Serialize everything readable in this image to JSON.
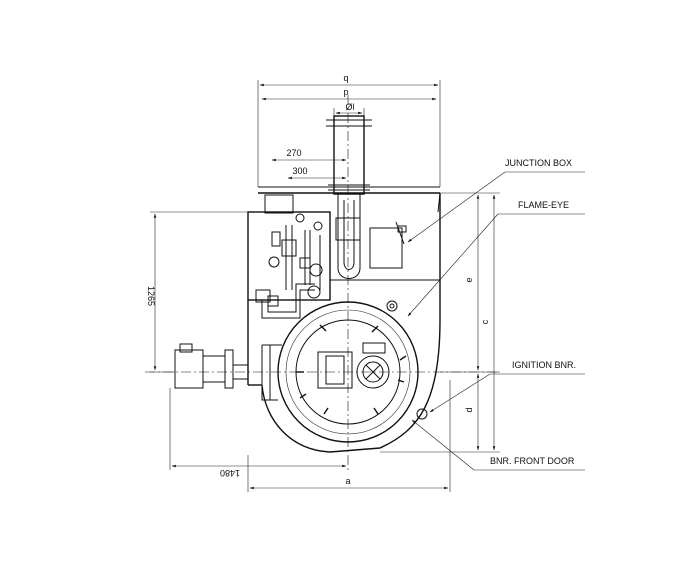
{
  "dimensions": {
    "q": "q",
    "p": "p",
    "phi_l": "Øl",
    "d270": "270",
    "d300": "300",
    "d1265": "1265",
    "d1480": "1480",
    "a": "a",
    "e": "e",
    "c": "c",
    "d": "d"
  },
  "callouts": {
    "junction_box": "JUNCTION BOX",
    "flame_eye": "FLAME-EYE",
    "ignition_bnr": "IGNITION BNR.",
    "bnr_front_door": "BNR. FRONT DOOR"
  }
}
